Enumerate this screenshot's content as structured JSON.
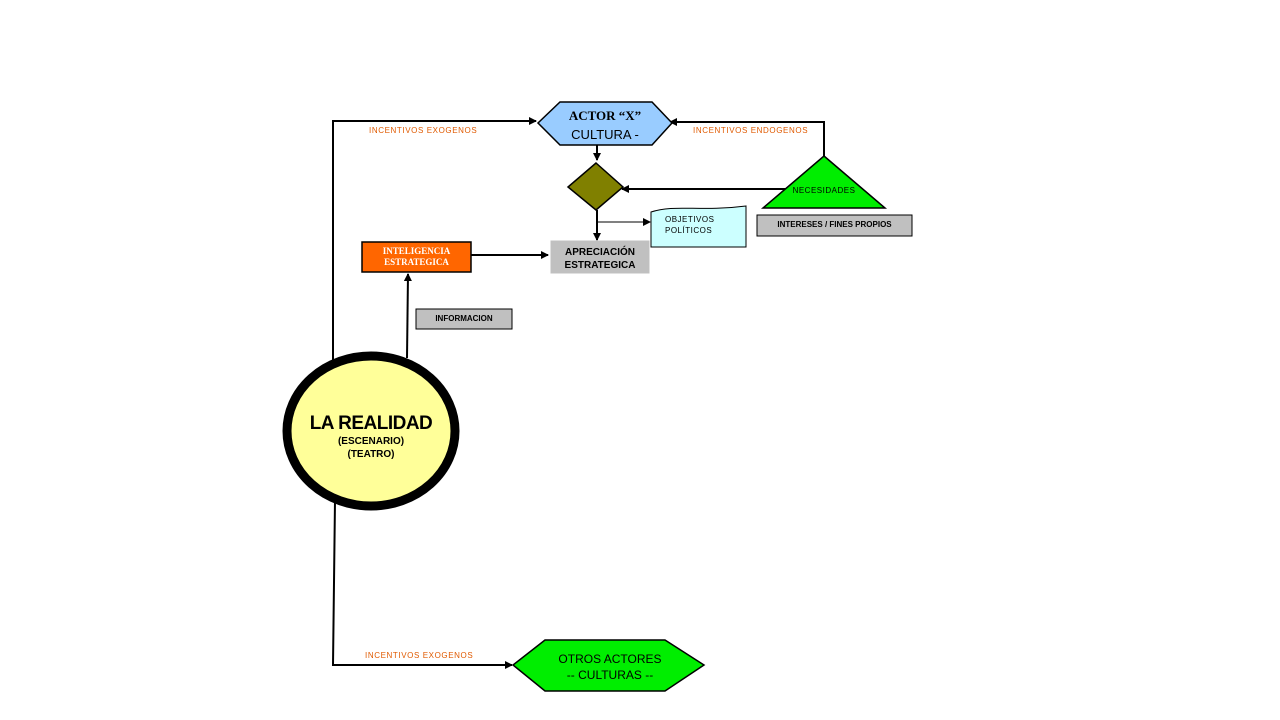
{
  "actor": {
    "title": "ACTOR “X”",
    "subtitle": "CULTURA  -"
  },
  "necesidades": {
    "label": "NECESIDADES"
  },
  "intereses": {
    "label": "INTERESES / FINES PROPIOS"
  },
  "objetivos": {
    "line1": "OBJETIVOS",
    "line2": "POLÍTICOS"
  },
  "apreciacion": {
    "line1": "APRECIACIÓN",
    "line2": "ESTRATEGICA"
  },
  "inteligencia": {
    "line1": "INTELIGENCIA",
    "line2": "ESTRATEGICA"
  },
  "informacion": {
    "label": "INFORMACION"
  },
  "realidad": {
    "title": "LA REALIDAD",
    "line2": "(ESCENARIO)",
    "line3": "(TEATRO)"
  },
  "otros": {
    "line1": "OTROS  ACTORES",
    "line2": "--  CULTURAS  --"
  },
  "edges": {
    "incentivos_exogenos_top": "INCENTIVOS  EXOGENOS",
    "incentivos_endogenos": "INCENTIVOS  ENDOGENOS",
    "incentivos_exogenos_bottom": "INCENTIVOS  EXOGENOS"
  },
  "colors": {
    "actor_fill": "#99ccff",
    "decision_fill": "#808000",
    "necesidades_fill": "#00ee00",
    "gray_box": "#c0c0c0",
    "objetivos_fill": "#ccffff",
    "inteligencia_fill": "#ff6600",
    "realidad_fill": "#ffff99",
    "otros_fill": "#00ee00",
    "edge_label": "#e05a00"
  }
}
